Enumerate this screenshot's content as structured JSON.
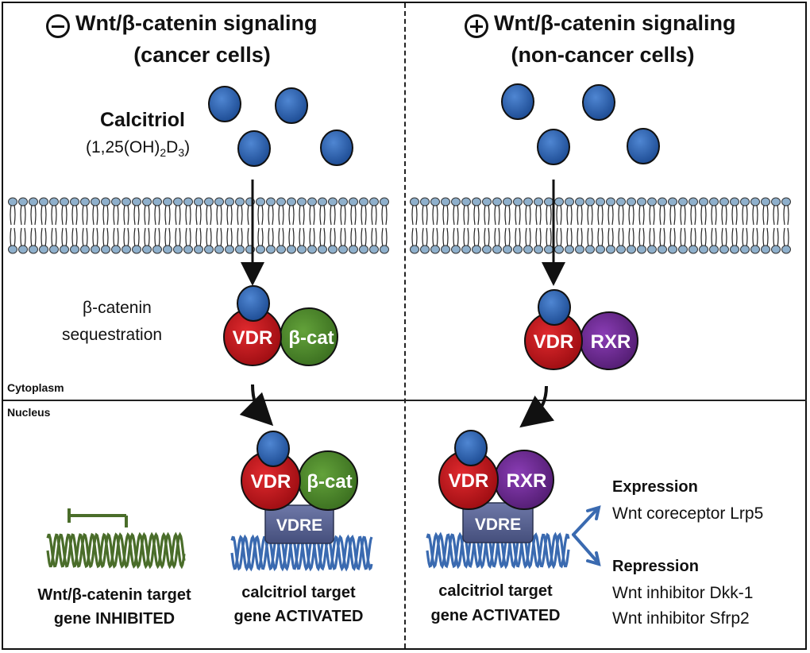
{
  "left_panel": {
    "sign": "minus",
    "title_line1": "Wnt/β-catenin signaling",
    "title_line2": "(cancer cells)",
    "ligand_name": "Calcitriol",
    "ligand_formula_prefix": "(1,25(OH)",
    "ligand_formula_sub1": "2",
    "ligand_formula_mid": "D",
    "ligand_formula_sub2": "3",
    "ligand_formula_suffix": ")",
    "sequestration_line1": "β-catenin",
    "sequestration_line2": "sequestration",
    "complex_cyto": [
      "VDR",
      "β-cat"
    ],
    "complex_nuc": [
      "VDR",
      "β-cat"
    ],
    "vdre_label": "VDRE",
    "inhibited_line1": "Wnt/β-catenin target",
    "inhibited_line2": "gene INHIBITED",
    "activated_line1": "calcitriol target",
    "activated_line2": "gene ACTIVATED"
  },
  "right_panel": {
    "sign": "plus",
    "title_line1": "Wnt/β-catenin signaling",
    "title_line2": "(non-cancer cells)",
    "complex_cyto": [
      "VDR",
      "RXR"
    ],
    "complex_nuc": [
      "VDR",
      "RXR"
    ],
    "vdre_label": "VDRE",
    "activated_line1": "calcitriol target",
    "activated_line2": "gene ACTIVATED",
    "expression_heading": "Expression",
    "expression_items": [
      "Wnt coreceptor Lrp5"
    ],
    "repression_heading": "Repression",
    "repression_items": [
      "Wnt inhibitor Dkk-1",
      "Wnt inhibitor Sfrp2"
    ]
  },
  "compartments": {
    "cytoplasm": "Cytoplasm",
    "nucleus": "Nucleus"
  },
  "colors": {
    "ligand_blue": "#2f64b3",
    "vdr_red": "#c4161c",
    "bcat_green": "#4e8a2e",
    "rxr_purple": "#6a2a8e",
    "vdre_slate": "#55608e",
    "dna_blue": "#3a6ab0",
    "dna_green": "#4a6d2a",
    "membrane_head": "#8fb0cc",
    "arrow_blue": "#3a6ab0"
  }
}
